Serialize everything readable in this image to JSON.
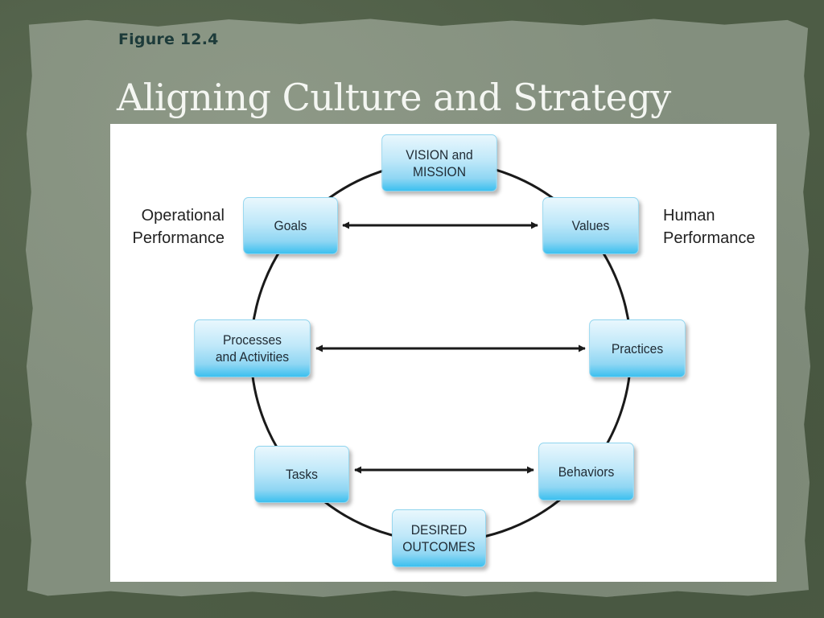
{
  "slide": {
    "figure_label": "Figure 12.4",
    "title": "Aligning Culture and Strategy"
  },
  "diagram": {
    "nodes": {
      "vision": "VISION and\nMISSION",
      "goals": "Goals",
      "values": "Values",
      "processes": "Processes\nand Activities",
      "practices": "Practices",
      "tasks": "Tasks",
      "behaviors": "Behaviors",
      "outcomes": "DESIRED\nOUTCOMES"
    },
    "side_labels": {
      "left": "Operational\nPerformance",
      "right": "Human\nPerformance"
    },
    "links": [
      [
        "goals",
        "values"
      ],
      [
        "processes",
        "practices"
      ],
      [
        "tasks",
        "behaviors"
      ]
    ]
  },
  "colors": {
    "node_fill": "#bfe8f9",
    "node_accent": "#3cc0ef",
    "line": "#1a1a1a",
    "title_text": "#f4f6f2",
    "figure_text": "#1d3b3a"
  }
}
